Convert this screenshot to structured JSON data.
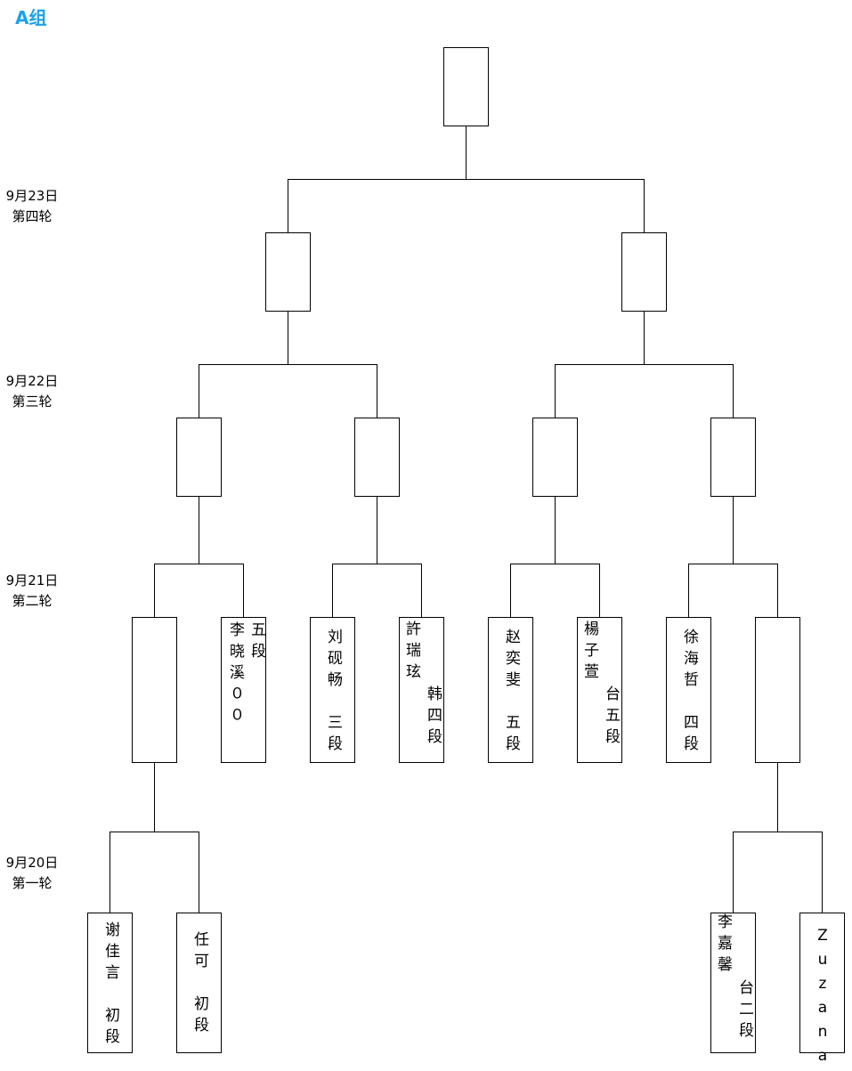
{
  "title": "A组",
  "rounds": [
    {
      "date": "9月23日",
      "label": "第四轮"
    },
    {
      "date": "9月22日",
      "label": "第三轮"
    },
    {
      "date": "9月21日",
      "label": "第二轮"
    },
    {
      "date": "9月20日",
      "label": "第一轮"
    }
  ],
  "players": {
    "r2_2": {
      "name": "李晓溪００",
      "rank": "五段"
    },
    "r2_3": {
      "name": "刘砚畅　三段"
    },
    "r2_4": {
      "name": "許瑞玹",
      "rank": "韩四段"
    },
    "r2_5": {
      "name": "赵奕斐　五段"
    },
    "r2_6": {
      "name": "楊子萱",
      "rank": "台五段"
    },
    "r2_7": {
      "name": "徐海哲　四段"
    },
    "r1_1": {
      "name": "谢佳言　初段"
    },
    "r1_2": {
      "name": "任可　初段"
    },
    "r1_3": {
      "name": "李嘉馨",
      "rank": "台二段"
    },
    "r1_4": {
      "name": "Zuzana"
    }
  }
}
